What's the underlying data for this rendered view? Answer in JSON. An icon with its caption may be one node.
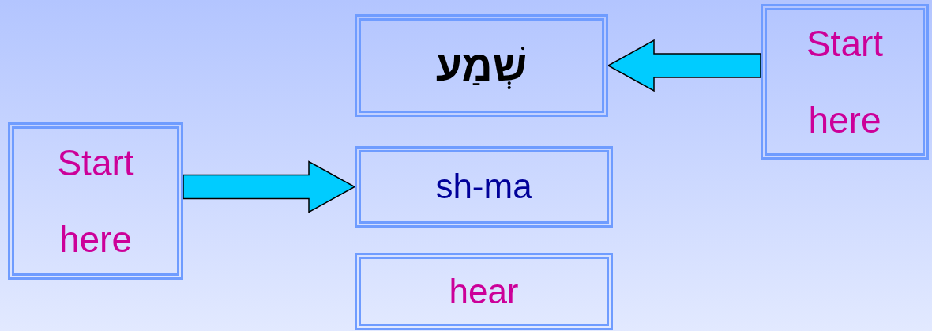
{
  "diagram": {
    "nodes": [
      {
        "text": [
          "שְׁמַע"
        ]
      },
      {
        "text": [
          "Start here"
        ]
      },
      {
        "text": [
          "Start here"
        ]
      },
      {
        "text": [
          "sh-ma"
        ]
      },
      {
        "text": [
          "hear"
        ]
      }
    ],
    "edges": [
      {
        "from": 1,
        "to": 0,
        "arrow": "to"
      },
      {
        "from": 2,
        "to": 3,
        "arrow": "to"
      }
    ]
  }
}
